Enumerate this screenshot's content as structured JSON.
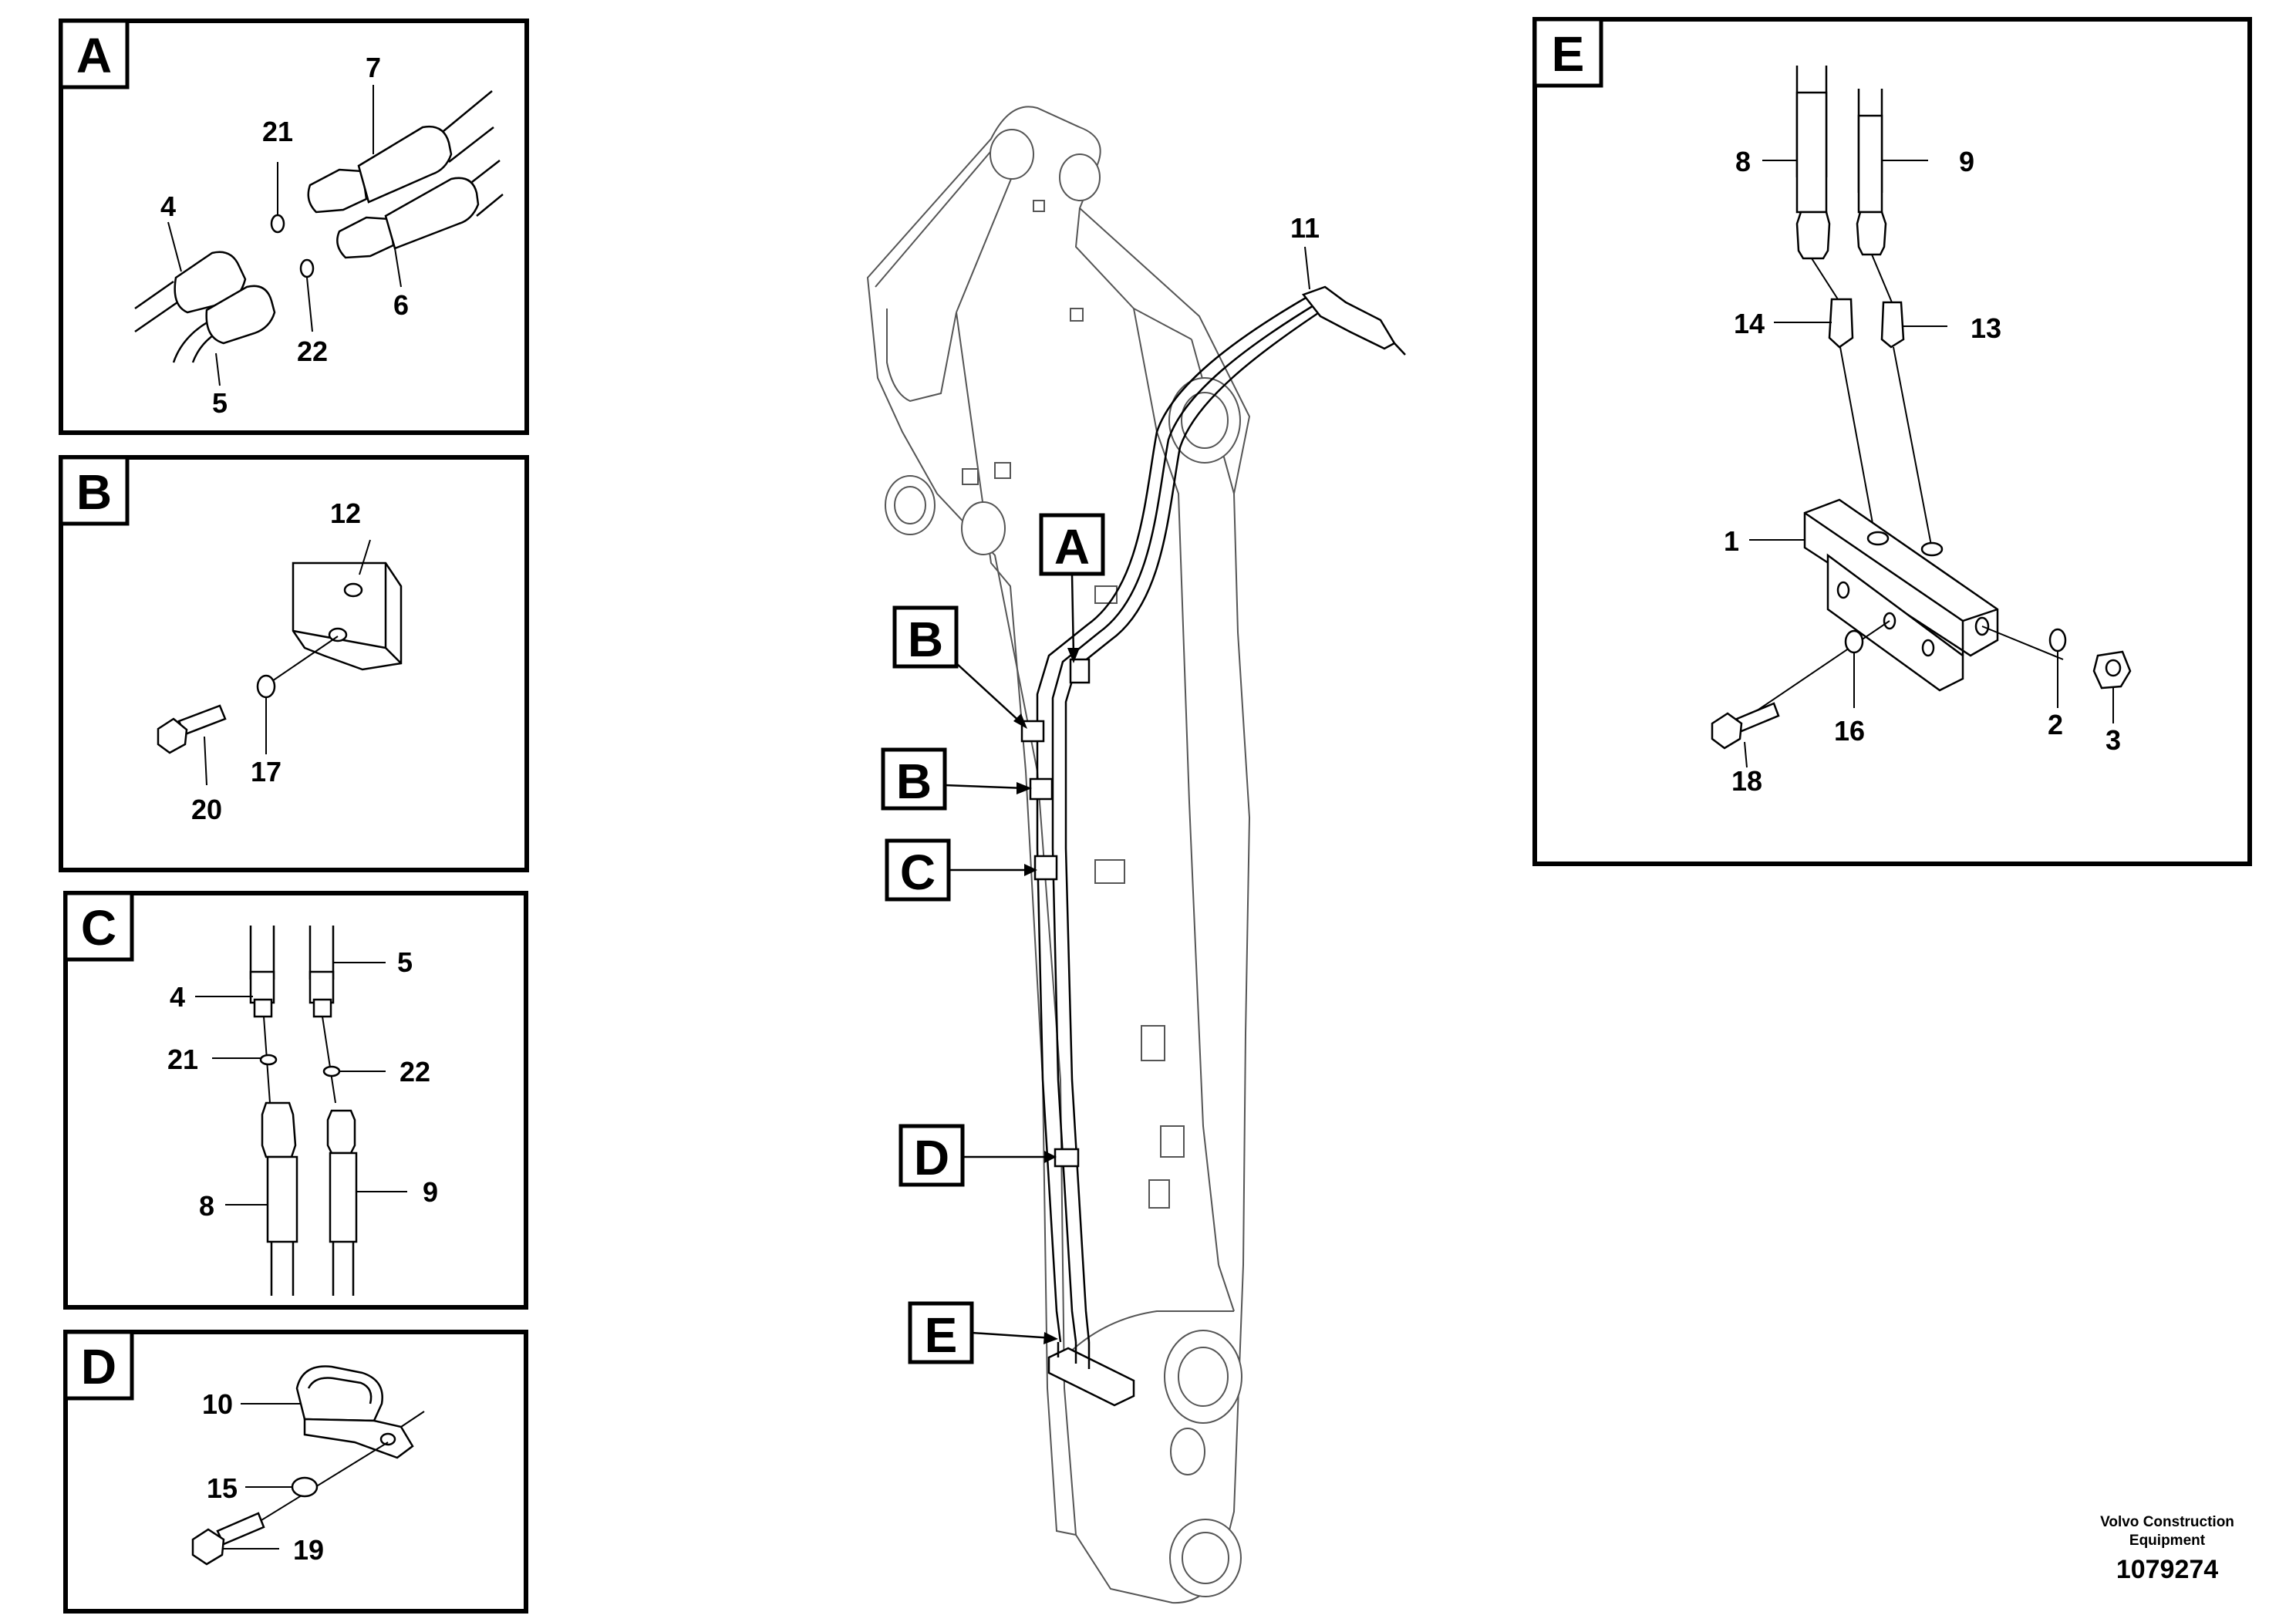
{
  "panels": {
    "A": {
      "letter": "A",
      "callouts": [
        "7",
        "21",
        "4",
        "6",
        "22",
        "5"
      ]
    },
    "B": {
      "letter": "B",
      "callouts": [
        "12",
        "17",
        "20"
      ]
    },
    "C": {
      "letter": "C",
      "callouts": [
        "5",
        "4",
        "21",
        "22",
        "8",
        "9"
      ]
    },
    "D": {
      "letter": "D",
      "callouts": [
        "10",
        "15",
        "19"
      ]
    },
    "E": {
      "letter": "E",
      "callouts": [
        "8",
        "9",
        "14",
        "13",
        "1",
        "16",
        "2",
        "3",
        "18"
      ]
    }
  },
  "main": {
    "callout_11": "11",
    "labels": {
      "A": "A",
      "B1": "B",
      "B2": "B",
      "C": "C",
      "D": "D",
      "E": "E"
    }
  },
  "brand": {
    "name_line1": "Volvo Construction",
    "name_line2": "Equipment",
    "figure_number": "1079274"
  }
}
